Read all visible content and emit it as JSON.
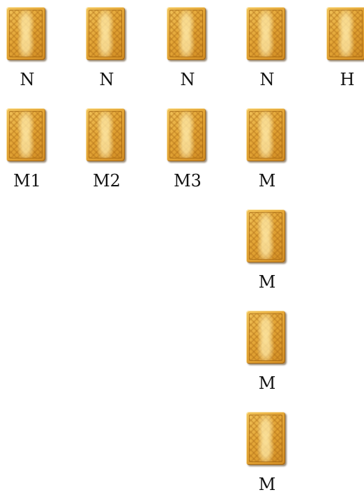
{
  "cards": [
    {
      "label": "N"
    },
    {
      "label": "N"
    },
    {
      "label": "N"
    },
    {
      "label": "N"
    },
    {
      "label": "H"
    },
    {
      "label": "M1"
    },
    {
      "label": "M2"
    },
    {
      "label": "M3"
    },
    {
      "label": "M"
    },
    {
      "label": "M"
    },
    {
      "label": "M"
    },
    {
      "label": "M"
    }
  ],
  "colors": {
    "card_light": "#f1c35a",
    "card_dark": "#d18c23",
    "label": "#111111"
  }
}
